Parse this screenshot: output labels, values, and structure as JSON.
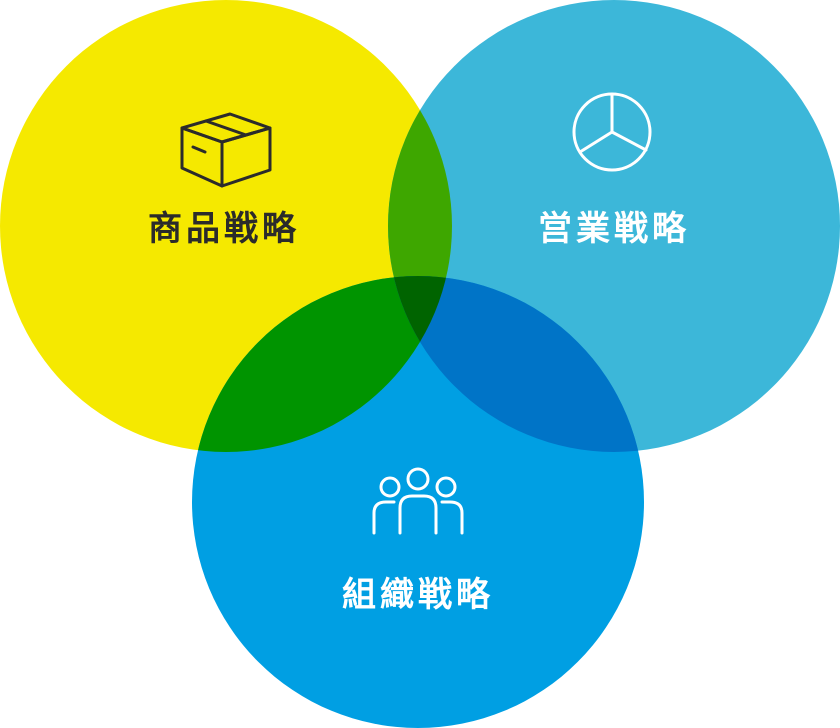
{
  "diagram": {
    "circles": [
      {
        "id": "product",
        "label": "商品戦略",
        "icon": "box-icon",
        "color": "#F5E900",
        "text_color": "#2B2B2B"
      },
      {
        "id": "sales",
        "label": "営業戦略",
        "icon": "pie-chart-icon",
        "color": "#3CB7D9",
        "text_color": "#FFFFFF"
      },
      {
        "id": "organization",
        "label": "組織戦略",
        "icon": "people-icon",
        "color": "#009FE3",
        "text_color": "#FFFFFF"
      }
    ],
    "overlap_colors": {
      "product_sales": "#3EA700",
      "product_organization": "#009400",
      "sales_organization": "#0074C7",
      "all": "#006400"
    }
  }
}
